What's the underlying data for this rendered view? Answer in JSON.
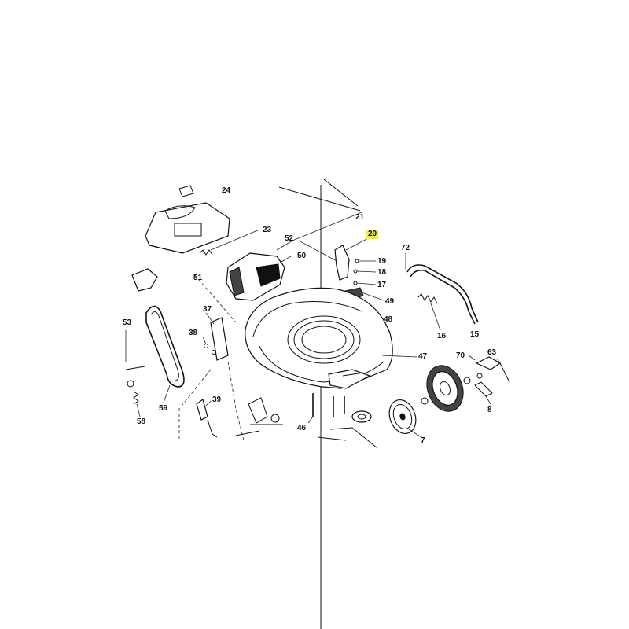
{
  "diagram": {
    "highlight_color": "#f7ee35",
    "highlighted_label": "20",
    "labels": [
      "24",
      "23",
      "21",
      "52",
      "20",
      "72",
      "19",
      "18",
      "17",
      "50",
      "51",
      "49",
      "48",
      "37",
      "53",
      "38",
      "15",
      "16",
      "47",
      "63",
      "70",
      "8",
      "59",
      "39",
      "58",
      "46",
      "7"
    ]
  }
}
